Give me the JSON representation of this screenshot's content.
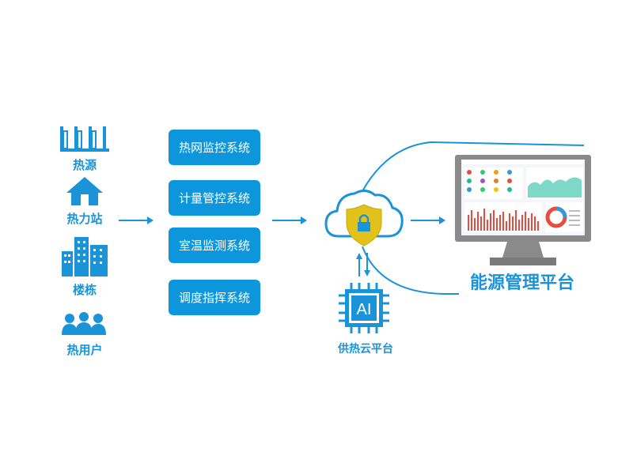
{
  "sources": [
    {
      "label": "热源",
      "icon": "heat-source-icon"
    },
    {
      "label": "热力站",
      "icon": "heat-station-icon"
    },
    {
      "label": "楼栋",
      "icon": "building-icon"
    },
    {
      "label": "热用户",
      "icon": "users-icon"
    }
  ],
  "systems": [
    {
      "label": "热网监控系统"
    },
    {
      "label": "计量管控系统"
    },
    {
      "label": "室温监测系统"
    },
    {
      "label": "调度指挥系统"
    }
  ],
  "cloud": {
    "label": "供热云平台",
    "ai_text": "AI"
  },
  "platform": {
    "label": "能源管理平台"
  },
  "colors": {
    "primary": "#1a93d8",
    "box": "#0d96dc",
    "shield": "#e0c21a",
    "screen_frame": "#8a8a8a"
  }
}
